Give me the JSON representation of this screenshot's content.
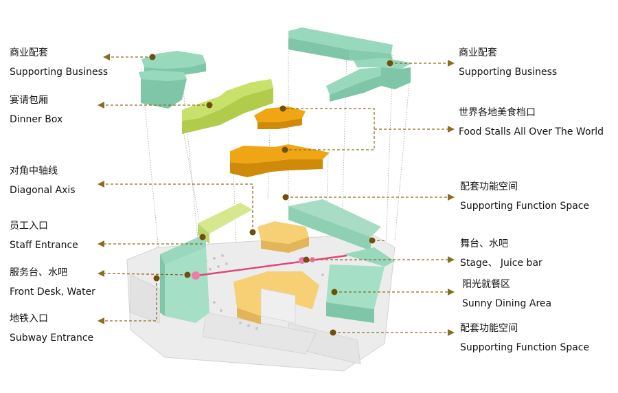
{
  "labels": {
    "left": [
      {
        "cn": "商业配套",
        "en": "Supporting Business"
      },
      {
        "cn": "宴请包厢",
        "en": "Dinner Box"
      },
      {
        "cn": "对角中轴线",
        "en": "Diagonal Axis"
      },
      {
        "cn": "员工入口",
        "en": "Staff Entrance"
      },
      {
        "cn": "服务台、水吧",
        "en": "Front Desk, Water"
      },
      {
        "cn": "地铁入口",
        "en": "Subway Entrance"
      }
    ],
    "right": [
      {
        "cn": "商业配套",
        "en": "Supporting Business"
      },
      {
        "cn": "世界各地美食档口",
        "en": "Food Stalls All Over The World"
      },
      {
        "cn": "配套功能空间",
        "en": "Supporting Function Space"
      },
      {
        "cn": "舞台、水吧",
        "en": "Stage、 Juice bar"
      },
      {
        "cn": "阳光就餐区",
        "en": "Sunny Dining Area"
      },
      {
        "cn": "配套功能空间",
        "en": "Supporting Function Space"
      }
    ]
  },
  "colors": {
    "mint": "#98d8bd",
    "mint_side": "#7fc6a8",
    "lime": "#c9e06a",
    "lime_side": "#b0cc4a",
    "orange": "#f0a515",
    "orange_side": "#d08a0a",
    "yellow": "#f7cf74",
    "leader": "#8a6d1e",
    "dot": "#6e4f0c",
    "axis": "#e0457a"
  }
}
